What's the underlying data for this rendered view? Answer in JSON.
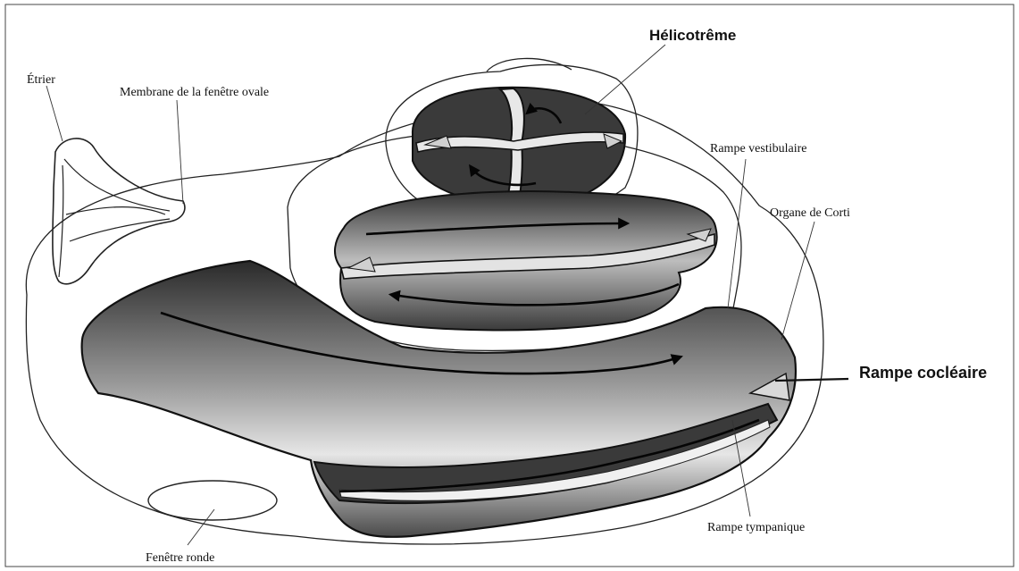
{
  "labels": {
    "helicotreme": "Hélicotrême",
    "etrier": "Étrier",
    "membrane": "Membrane de la fenêtre ovale",
    "rampe_vestibulaire": "Rampe vestibulaire",
    "organe_corti": "Organe de Corti",
    "rampe_cocleaire": "Rampe cocléaire",
    "rampe_tympanique": "Rampe tympanique",
    "fenetre_ronde": "Fenêtre ronde"
  }
}
